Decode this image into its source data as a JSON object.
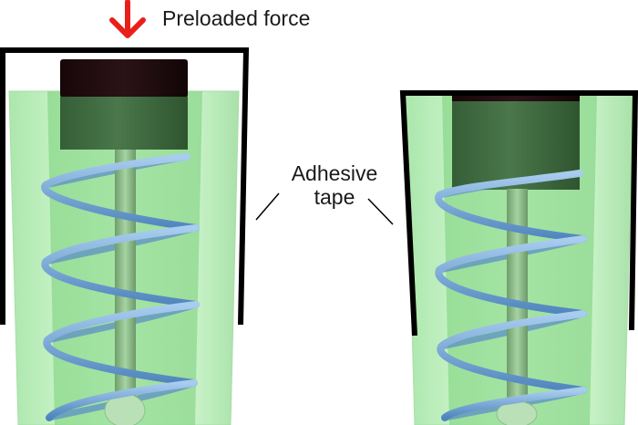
{
  "labels": {
    "force": "Preloaded force",
    "tape_line1": "Adhesive",
    "tape_line2": "tape"
  },
  "colors": {
    "tube_fill": "#aee8ae",
    "tube_stroke": "#8fd08f",
    "piston_dark": "#1e0d10",
    "piston_green": "#3f6a40",
    "rod": "#8dbf8a",
    "spring": "#6f9fcf",
    "tape": "#000000",
    "arrow": "#e8201a"
  },
  "icons": {
    "force_arrow": "down-arrow-icon"
  }
}
